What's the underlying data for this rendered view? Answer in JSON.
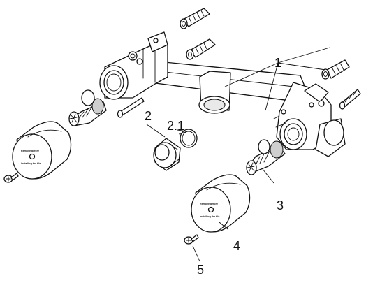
{
  "diagram": {
    "callouts": [
      {
        "id": "1",
        "text": "1"
      },
      {
        "id": "2",
        "text": "2"
      },
      {
        "id": "2.1",
        "text": "2.1"
      },
      {
        "id": "3",
        "text": "3"
      },
      {
        "id": "4",
        "text": "4"
      },
      {
        "id": "5",
        "text": "5"
      }
    ],
    "cap_text": {
      "line1": "Remove before",
      "line2": "installing the tile"
    }
  }
}
